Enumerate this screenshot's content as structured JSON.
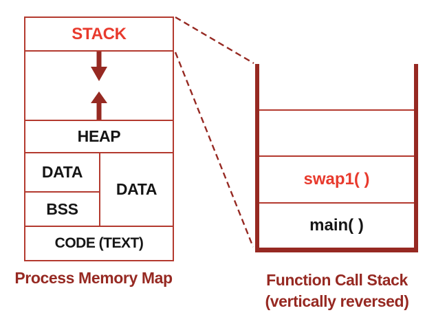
{
  "colors": {
    "dark_red": "#962922",
    "border_red": "#B3392E",
    "bright_red": "#E83A2D",
    "text_black": "#151515"
  },
  "memory_map": {
    "caption": "Process Memory Map",
    "sections": {
      "stack": "STACK",
      "heap": "HEAP",
      "data_left": "DATA",
      "bss": "BSS",
      "data_right": "DATA",
      "code": "CODE (TEXT)"
    },
    "arrows": [
      "stack-grows-downward",
      "heap-grows-upward"
    ]
  },
  "call_stack": {
    "caption_line1": "Function Call Stack",
    "caption_line2": "(vertically reversed)",
    "frames": [
      {
        "label": ""
      },
      {
        "label": ""
      },
      {
        "label": "swap1( )"
      },
      {
        "label": "main( )"
      }
    ]
  }
}
